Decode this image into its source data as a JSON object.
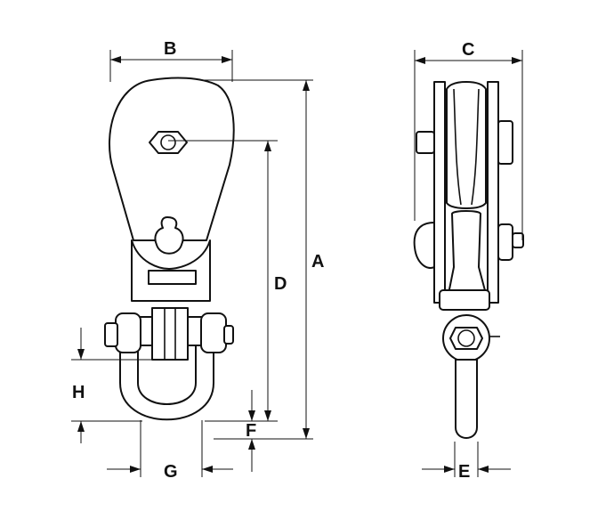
{
  "labels": {
    "A": "A",
    "B": "B",
    "C": "C",
    "D": "D",
    "E": "E",
    "F": "F",
    "G": "G",
    "H": "H"
  },
  "colors": {
    "ink": "#111111",
    "background": "#ffffff"
  }
}
